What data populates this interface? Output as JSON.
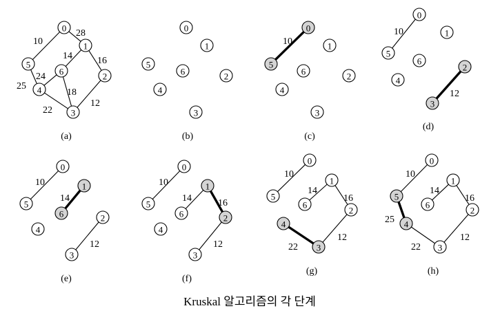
{
  "caption": "Kruskal 알고리즘의 각 단계",
  "panels": [
    {
      "label": "(a)",
      "nodes": [
        {
          "id": "0",
          "hl": false
        },
        {
          "id": "1",
          "hl": false
        },
        {
          "id": "2",
          "hl": false
        },
        {
          "id": "3",
          "hl": false
        },
        {
          "id": "4",
          "hl": false
        },
        {
          "id": "5",
          "hl": false
        },
        {
          "id": "6",
          "hl": false
        }
      ],
      "edges": [
        {
          "from": "0",
          "to": "5",
          "w": "10",
          "hl": false
        },
        {
          "from": "0",
          "to": "1",
          "w": "28",
          "hl": false
        },
        {
          "from": "1",
          "to": "2",
          "w": "16",
          "hl": false
        },
        {
          "from": "1",
          "to": "6",
          "w": "14",
          "hl": false
        },
        {
          "from": "2",
          "to": "3",
          "w": "12",
          "hl": false
        },
        {
          "from": "5",
          "to": "4",
          "w": "25",
          "hl": false
        },
        {
          "from": "6",
          "to": "4",
          "w": "24",
          "hl": false
        },
        {
          "from": "6",
          "to": "3",
          "w": "18",
          "hl": false
        },
        {
          "from": "4",
          "to": "3",
          "w": "22",
          "hl": false
        }
      ]
    },
    {
      "label": "(b)",
      "nodes": [
        {
          "id": "0",
          "hl": false
        },
        {
          "id": "1",
          "hl": false
        },
        {
          "id": "2",
          "hl": false
        },
        {
          "id": "3",
          "hl": false
        },
        {
          "id": "4",
          "hl": false
        },
        {
          "id": "5",
          "hl": false
        },
        {
          "id": "6",
          "hl": false
        }
      ],
      "edges": []
    },
    {
      "label": "(c)",
      "nodes": [
        {
          "id": "0",
          "hl": true
        },
        {
          "id": "1",
          "hl": false
        },
        {
          "id": "2",
          "hl": false
        },
        {
          "id": "3",
          "hl": false
        },
        {
          "id": "4",
          "hl": false
        },
        {
          "id": "5",
          "hl": true
        },
        {
          "id": "6",
          "hl": false
        }
      ],
      "edges": [
        {
          "from": "0",
          "to": "5",
          "w": "10",
          "hl": true
        }
      ]
    },
    {
      "label": "(d)",
      "nodes": [
        {
          "id": "0",
          "hl": false
        },
        {
          "id": "1",
          "hl": false
        },
        {
          "id": "2",
          "hl": true
        },
        {
          "id": "3",
          "hl": true
        },
        {
          "id": "4",
          "hl": false
        },
        {
          "id": "5",
          "hl": false
        },
        {
          "id": "6",
          "hl": false
        }
      ],
      "edges": [
        {
          "from": "0",
          "to": "5",
          "w": "10",
          "hl": false
        },
        {
          "from": "2",
          "to": "3",
          "w": "12",
          "hl": true
        }
      ]
    },
    {
      "label": "(e)",
      "nodes": [
        {
          "id": "0",
          "hl": false
        },
        {
          "id": "1",
          "hl": true
        },
        {
          "id": "2",
          "hl": false
        },
        {
          "id": "3",
          "hl": false
        },
        {
          "id": "4",
          "hl": false
        },
        {
          "id": "5",
          "hl": false
        },
        {
          "id": "6",
          "hl": true
        }
      ],
      "edges": [
        {
          "from": "0",
          "to": "5",
          "w": "10",
          "hl": false
        },
        {
          "from": "2",
          "to": "3",
          "w": "12",
          "hl": false
        },
        {
          "from": "1",
          "to": "6",
          "w": "14",
          "hl": true
        }
      ]
    },
    {
      "label": "(f)",
      "nodes": [
        {
          "id": "0",
          "hl": false
        },
        {
          "id": "1",
          "hl": true
        },
        {
          "id": "2",
          "hl": true
        },
        {
          "id": "3",
          "hl": false
        },
        {
          "id": "4",
          "hl": false
        },
        {
          "id": "5",
          "hl": false
        },
        {
          "id": "6",
          "hl": false
        }
      ],
      "edges": [
        {
          "from": "0",
          "to": "5",
          "w": "10",
          "hl": false
        },
        {
          "from": "2",
          "to": "3",
          "w": "12",
          "hl": false
        },
        {
          "from": "1",
          "to": "6",
          "w": "14",
          "hl": false
        },
        {
          "from": "1",
          "to": "2",
          "w": "16",
          "hl": true
        }
      ]
    },
    {
      "label": "(g)",
      "nodes": [
        {
          "id": "0",
          "hl": false
        },
        {
          "id": "1",
          "hl": false
        },
        {
          "id": "2",
          "hl": false
        },
        {
          "id": "3",
          "hl": true
        },
        {
          "id": "4",
          "hl": true
        },
        {
          "id": "5",
          "hl": false
        },
        {
          "id": "6",
          "hl": false
        }
      ],
      "edges": [
        {
          "from": "0",
          "to": "5",
          "w": "10",
          "hl": false
        },
        {
          "from": "2",
          "to": "3",
          "w": "12",
          "hl": false
        },
        {
          "from": "1",
          "to": "6",
          "w": "14",
          "hl": false
        },
        {
          "from": "1",
          "to": "2",
          "w": "16",
          "hl": false
        },
        {
          "from": "4",
          "to": "3",
          "w": "22",
          "hl": true
        }
      ]
    },
    {
      "label": "(h)",
      "nodes": [
        {
          "id": "0",
          "hl": false
        },
        {
          "id": "1",
          "hl": false
        },
        {
          "id": "2",
          "hl": false
        },
        {
          "id": "3",
          "hl": false
        },
        {
          "id": "4",
          "hl": true
        },
        {
          "id": "5",
          "hl": true
        },
        {
          "id": "6",
          "hl": false
        }
      ],
      "edges": [
        {
          "from": "0",
          "to": "5",
          "w": "10",
          "hl": false
        },
        {
          "from": "2",
          "to": "3",
          "w": "12",
          "hl": false
        },
        {
          "from": "1",
          "to": "6",
          "w": "14",
          "hl": false
        },
        {
          "from": "1",
          "to": "2",
          "w": "16",
          "hl": false
        },
        {
          "from": "4",
          "to": "3",
          "w": "22",
          "hl": false
        },
        {
          "from": "5",
          "to": "4",
          "w": "25",
          "hl": true
        }
      ]
    }
  ]
}
